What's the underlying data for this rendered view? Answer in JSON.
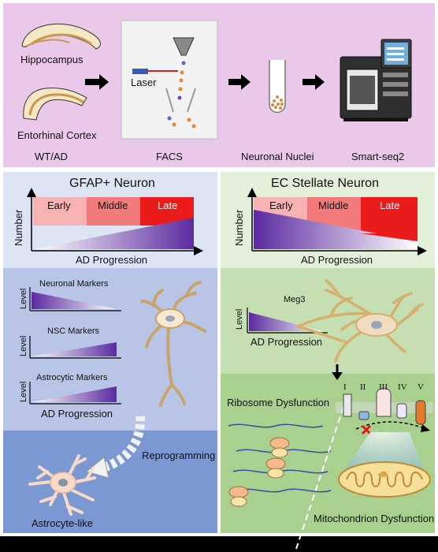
{
  "top": {
    "hippocampus": "Hippocampus",
    "entorhinal": "Entorhinal Cortex",
    "wt_ad": "WT/AD",
    "laser": "Laser",
    "facs": "FACS",
    "nuclei": "Neuronal Nuclei",
    "smartseq": "Smart-seq2"
  },
  "left": {
    "title": "GFAP+ Neuron",
    "number": "Number",
    "early": "Early",
    "middle": "Middle",
    "late": "Late",
    "progression": "AD Progression",
    "neuronal_markers": "Neuronal Markers",
    "nsc_markers": "NSC Markers",
    "astro_markers": "Astrocytic Markers",
    "level": "Level",
    "progression2": "AD Progression",
    "reprogramming": "Reprogramming",
    "astrocyte_like": "Astrocyte-like"
  },
  "right": {
    "title": "EC Stellate Neuron",
    "number": "Number",
    "early": "Early",
    "middle": "Middle",
    "late": "Late",
    "progression": "AD Progression",
    "meg3": "Meg3",
    "level": "Level",
    "progression2": "AD Progression",
    "ribosome": "Ribosome Dysfunction",
    "mito": "Mitochondrion Dysfunction",
    "complexes": [
      "I",
      "II",
      "III",
      "IV",
      "V"
    ]
  },
  "colors": {
    "top_bg": "#e9c8ea",
    "left_top_bg": "#dde4f3",
    "left_mid_bg": "#b9c5e7",
    "left_bot_bg": "#7b98d2",
    "right_top_bg": "#e3efd9",
    "right_mid_bg": "#c5deb2",
    "right_bot_bg": "#a9d08e",
    "purple": "#5b2aa0",
    "early": "#f7b3b3",
    "middle": "#f27a7a",
    "late": "#ea1b1b"
  }
}
